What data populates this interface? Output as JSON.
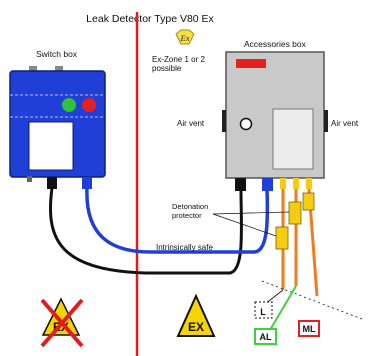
{
  "title": "Leak Detector Type V80 Ex",
  "ex_badge_text": "Ex",
  "ex_zone_line1": "Ex-Zone 1 or 2",
  "ex_zone_line2": "possible",
  "switch_box_label": "Switch box",
  "accessories_box_label": "Accessories box",
  "air_vent_left": "Air vent",
  "air_vent_right": "Air vent",
  "detonation_line1": "Detonation",
  "detonation_line2": "protector",
  "intrinsically_safe": "Intrinsically safe",
  "ex_warning_text": "EX",
  "no_ex_text": "EX",
  "port_l": "L",
  "port_al": "AL",
  "port_ml": "ML",
  "colors": {
    "switch_box": "#1f3fd6",
    "accessories_box": "#c9c9c9",
    "cable_blue": "#1f3fd6",
    "cable_black": "#111111",
    "zone_divider": "#e41b1b",
    "orange_pipe": "#f07c1e",
    "protector": "#f5cc12",
    "al_frame": "#3bd43b",
    "ml_frame": "#e42020",
    "warning_yellow": "#f5d400"
  },
  "icons": {
    "indicator_green": "green-led-icon",
    "indicator_red": "red-led-icon",
    "ex_hexagon": "ex-hexagon-icon",
    "ex_warning": "ex-warning-triangle-icon",
    "no_ex": "crossed-ex-triangle-icon"
  }
}
